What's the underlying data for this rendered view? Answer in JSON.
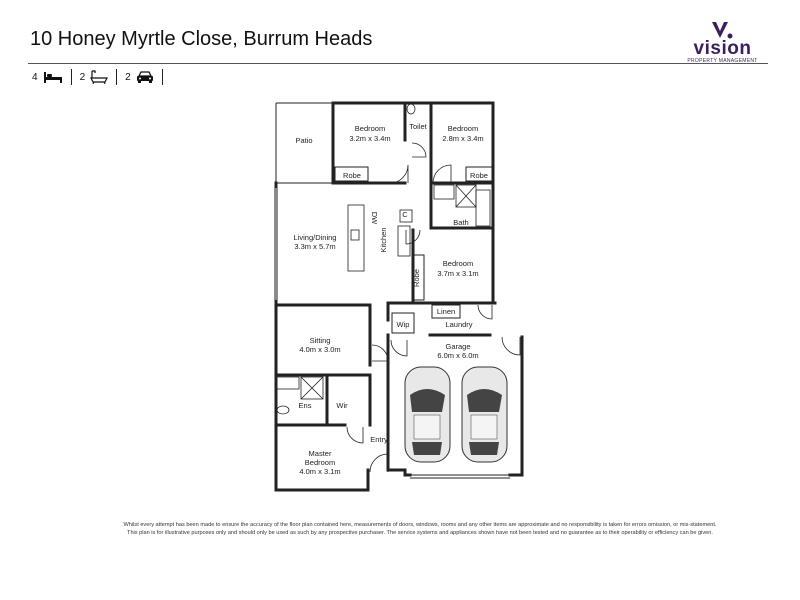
{
  "header": {
    "title": "10 Honey Myrtle Close, Burrum Heads",
    "logo": {
      "brand": "vision",
      "subtitle": "PROPERTY MANAGEMENT",
      "color": "#3c1e5e"
    }
  },
  "features": [
    {
      "count": "4",
      "icon": "bed-icon"
    },
    {
      "count": "2",
      "icon": "bath-icon"
    },
    {
      "count": "2",
      "icon": "car-icon"
    }
  ],
  "rooms": {
    "patio": "Patio",
    "bedroom1": {
      "name": "Bedroom",
      "size": "3.2m x 3.4m"
    },
    "robe1": "Robe",
    "toilet": "Toilet",
    "bedroom2": {
      "name": "Bedroom",
      "size": "2.8m x 3.4m"
    },
    "robe2": "Robe",
    "living": {
      "name": "Living/Dining",
      "size": "3.3m x 5.7m"
    },
    "dw": "DW",
    "kitchen": "Kitchen",
    "c": "C",
    "bath": "Bath",
    "robe3": "Robe",
    "bedroom3": {
      "name": "Bedroom",
      "size": "3.7m x 3.1m"
    },
    "linen": "Linen",
    "wip": "Wip",
    "laundry": "Laundry",
    "sitting": {
      "name": "Sitting",
      "size": "4.0m x 3.0m"
    },
    "garage": {
      "name": "Garage",
      "size": "6.0m x 6.0m"
    },
    "ens": "Ens",
    "wir": "Wir",
    "entry": "Entry",
    "master": {
      "name": "Master",
      "name2": "Bedroom",
      "size": "4.0m x 3.1m"
    }
  },
  "disclaimer": {
    "line1": "Whilst every attempt has been made to ensure the accuracy of the floor plan contained here, measurements of doors, windows, rooms and any other items are approximate and no responsibility is taken for errors omission, or mis-statement.",
    "line2": "This plan is for illustrative purposes only and should only be used as such by any prospective purchaser. The service systems and appliances shown have not been tested and no guarantee as to their operability or efficiency can be given."
  }
}
